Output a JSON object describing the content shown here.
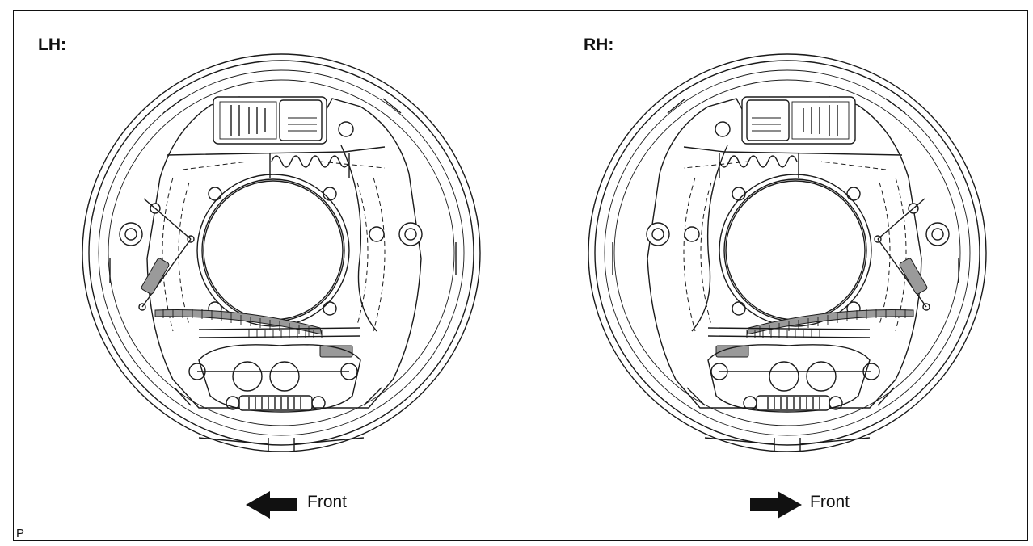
{
  "labels": {
    "lh": "LH:",
    "rh": "RH:",
    "front": "Front",
    "code": "P"
  },
  "arrows": {
    "lh_direction": "left",
    "rh_direction": "right"
  },
  "icons": [
    "left-arrow-icon",
    "right-arrow-icon"
  ]
}
